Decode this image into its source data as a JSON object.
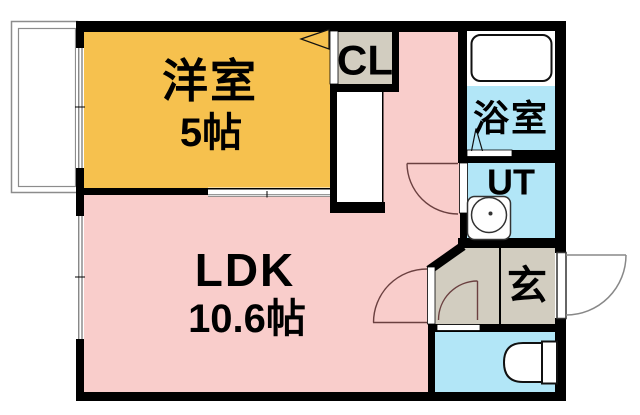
{
  "floorplan": {
    "rooms": {
      "western_room": {
        "label": "洋室",
        "size": "5帖"
      },
      "ldk": {
        "label": "LDK",
        "size": "10.6帖"
      },
      "closet": {
        "label": "CL"
      },
      "bathroom": {
        "label": "浴室"
      },
      "utility": {
        "label": "UT"
      },
      "entrance": {
        "label": "玄"
      }
    },
    "colors": {
      "western_room": "#F6C14E",
      "ldk": "#F9CDCB",
      "wet_area": "#B2E6F7",
      "entrance_area": "#D2CDC0",
      "wall": "#000000",
      "fixture_white": "#FFFFFF",
      "door_swing": "#6B4040",
      "balcony_line": "#8C8C8C"
    }
  }
}
